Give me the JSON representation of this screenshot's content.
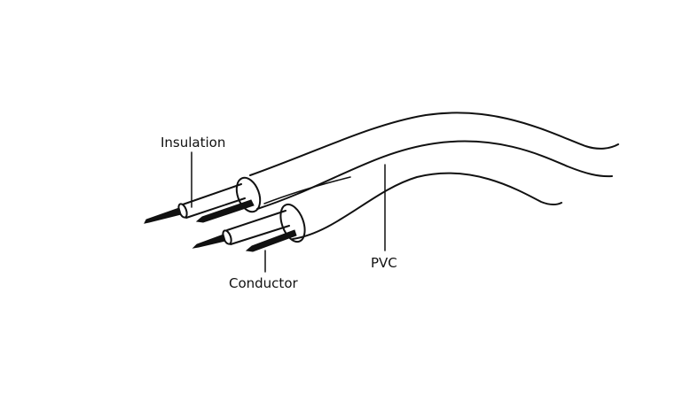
{
  "labels": {
    "insulation": "Insulation",
    "conductor": "Conductor",
    "pvc": "PVC"
  },
  "colors": {
    "ink": "#111111",
    "background": "#ffffff"
  }
}
